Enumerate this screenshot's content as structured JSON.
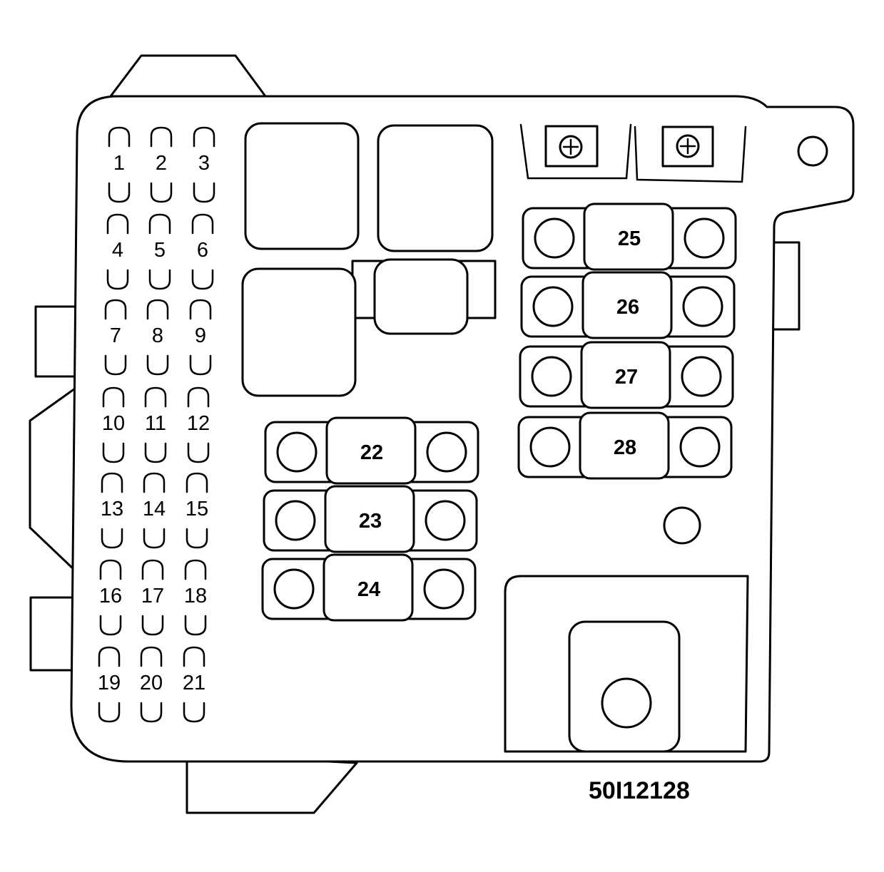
{
  "diagram": {
    "small_fuses": [
      {
        "label": "1"
      },
      {
        "label": "2"
      },
      {
        "label": "3"
      },
      {
        "label": "4"
      },
      {
        "label": "5"
      },
      {
        "label": "6"
      },
      {
        "label": "7"
      },
      {
        "label": "8"
      },
      {
        "label": "9"
      },
      {
        "label": "10"
      },
      {
        "label": "11"
      },
      {
        "label": "12"
      },
      {
        "label": "13"
      },
      {
        "label": "14"
      },
      {
        "label": "15"
      },
      {
        "label": "16"
      },
      {
        "label": "17"
      },
      {
        "label": "18"
      },
      {
        "label": "19"
      },
      {
        "label": "20"
      },
      {
        "label": "21"
      }
    ],
    "large_fuses": [
      {
        "label": "22"
      },
      {
        "label": "23"
      },
      {
        "label": "24"
      },
      {
        "label": "25"
      },
      {
        "label": "26"
      },
      {
        "label": "27"
      },
      {
        "label": "28"
      }
    ],
    "figure_code": "50I12128"
  }
}
